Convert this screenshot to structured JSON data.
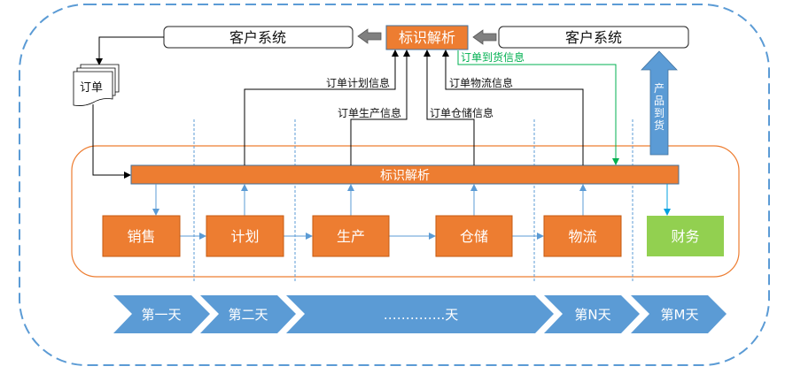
{
  "colors": {
    "orange": "#ED7D31",
    "orange_border": "#C55A11",
    "blue": "#5B9BD5",
    "green_box": "#92D050",
    "green_line": "#00B050",
    "grey_arrow": "#808080",
    "dashed_border": "#5B9BD5"
  },
  "top": {
    "customer_system_left": "客户系统",
    "id_resolution": "标识解析",
    "customer_system_right": "客户系统",
    "order_arrival_info": "订单到货信息",
    "product_arrival": [
      "产",
      "品",
      "到",
      "货"
    ]
  },
  "order_doc": {
    "label": "订单"
  },
  "info_flows": {
    "plan": "订单计划信息",
    "production": "订单生产信息",
    "warehouse": "订单仓储信息",
    "logistics": "订单物流信息"
  },
  "bar": {
    "label": "标识解析"
  },
  "stages": [
    {
      "label": "销售"
    },
    {
      "label": "计划"
    },
    {
      "label": "生产"
    },
    {
      "label": "仓储"
    },
    {
      "label": "物流"
    },
    {
      "label": "财务"
    }
  ],
  "days": [
    {
      "label": "第一天"
    },
    {
      "label": "第二天"
    },
    {
      "label": "…………..天"
    },
    {
      "label": "第N天"
    },
    {
      "label": "第M天"
    }
  ]
}
